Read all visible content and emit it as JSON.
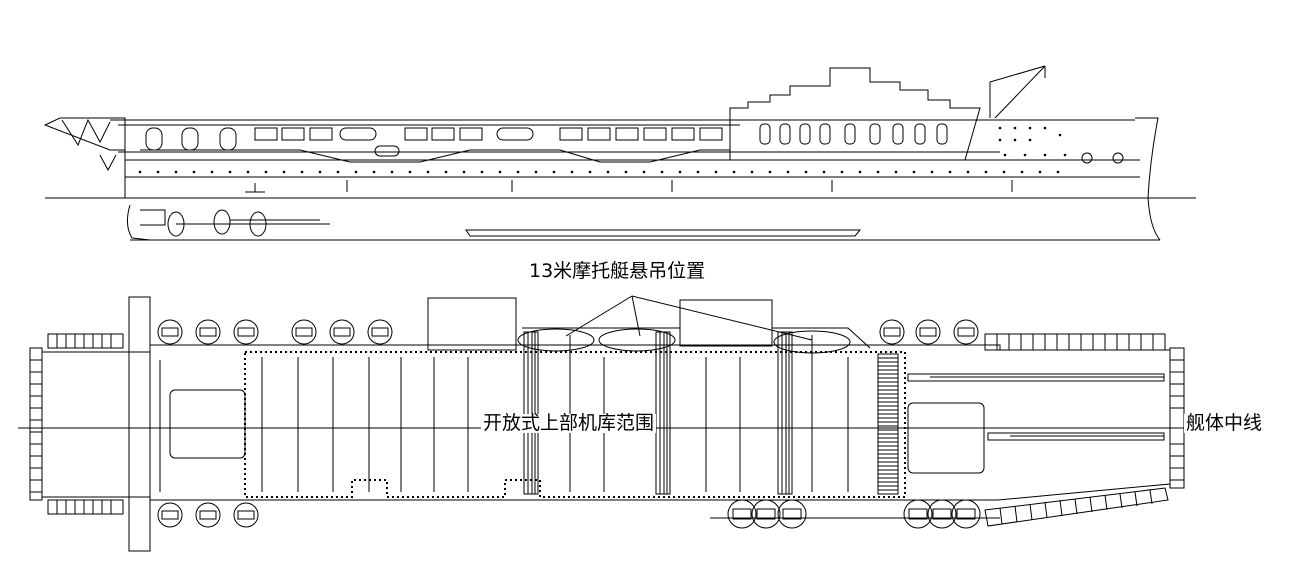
{
  "labels": {
    "boat_davits": "13米摩托艇悬吊位置",
    "open_hangar": "开放式上部机库范围",
    "centerline": "舰体中线"
  },
  "colors": {
    "line": "#000000",
    "background": "#ffffff"
  }
}
